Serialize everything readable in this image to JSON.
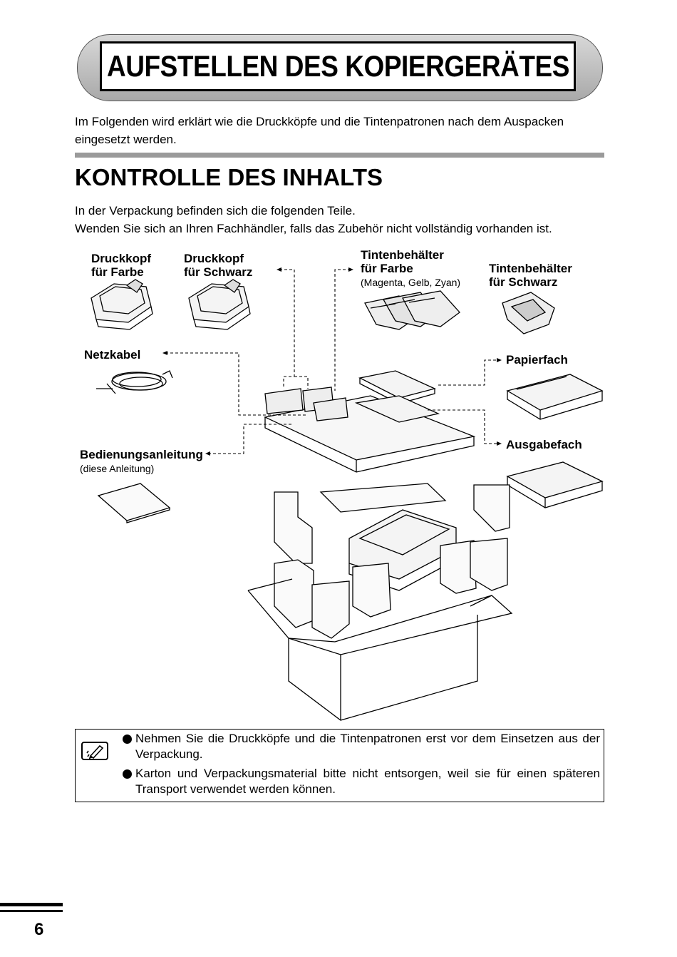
{
  "header": {
    "title": "AUFSTELLEN DES KOPIERGERÄTES"
  },
  "intro": "Im Folgenden wird erklärt wie die Druckköpfe und die Tintenpatronen nach dem Auspacken eingesetzt werden.",
  "section": {
    "title": "KONTROLLE DES INHALTS",
    "line1": "In der Verpackung befinden sich die folgenden Teile.",
    "line2": "Wenden Sie sich an Ihren Fachhändler, falls das Zubehör nicht vollständig vorhanden ist."
  },
  "labels": {
    "druckkopf_farbe_1": "Druckkopf",
    "druckkopf_farbe_2": "für Farbe",
    "druckkopf_schwarz_1": "Druckkopf",
    "druckkopf_schwarz_2": "für Schwarz",
    "tinte_farbe_1": "Tintenbehälter",
    "tinte_farbe_2": "für Farbe",
    "tinte_farbe_sub": "(Magenta, Gelb, Zyan)",
    "tinte_schwarz_1": "Tintenbehälter",
    "tinte_schwarz_2": "für Schwarz",
    "netzkabel": "Netzkabel",
    "papierfach": "Papierfach",
    "ausgabefach": "Ausgabefach",
    "bedienungsanleitung": "Bedienungsanleitung",
    "bedienungsanleitung_sub": "(diese Anleitung)"
  },
  "notes": [
    "Nehmen Sie die Druckköpfe und die Tintenpatronen erst vor dem Einsetzen aus der Verpackung.",
    "Karton und Verpackungsmaterial bitte nicht entsorgen, weil sie für einen späteren Transport verwendet werden können."
  ],
  "icons": {
    "note": "pencil-note-icon"
  },
  "footer": {
    "page_number": "6"
  }
}
